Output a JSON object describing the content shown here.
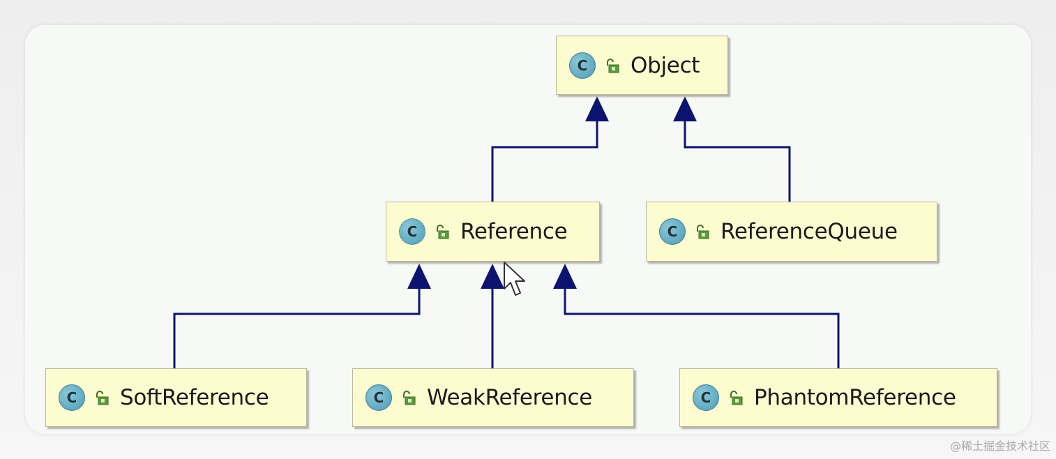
{
  "diagram": {
    "nodes": [
      {
        "id": "object",
        "label": "Object",
        "kind_glyph": "C"
      },
      {
        "id": "reference",
        "label": "Reference",
        "kind_glyph": "C",
        "abstract": true
      },
      {
        "id": "reference-queue",
        "label": "ReferenceQueue",
        "kind_glyph": "C"
      },
      {
        "id": "soft-reference",
        "label": "SoftReference",
        "kind_glyph": "C"
      },
      {
        "id": "weak-reference",
        "label": "WeakReference",
        "kind_glyph": "C"
      },
      {
        "id": "phantom-reference",
        "label": "PhantomReference",
        "kind_glyph": "C"
      }
    ],
    "edges": [
      {
        "from": "reference",
        "to": "object",
        "type": "inheritance"
      },
      {
        "from": "reference-queue",
        "to": "object",
        "type": "inheritance"
      },
      {
        "from": "soft-reference",
        "to": "reference",
        "type": "inheritance"
      },
      {
        "from": "weak-reference",
        "to": "reference",
        "type": "inheritance"
      },
      {
        "from": "phantom-reference",
        "to": "reference",
        "type": "inheritance"
      }
    ],
    "colors": {
      "node_fill": "#fdfbd0",
      "class_icon": "#5aa9c0",
      "lock_icon": "#5a9a3a",
      "edge": "#0d1470"
    },
    "icons": [
      "class-icon",
      "lock-open-icon",
      "mouse-cursor-icon"
    ]
  },
  "watermark": "@稀土掘金技术社区"
}
